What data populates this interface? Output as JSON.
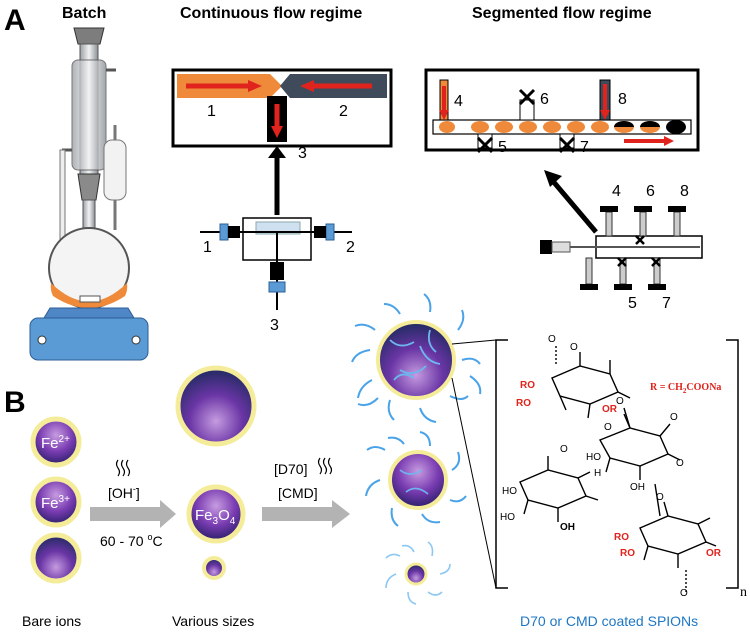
{
  "panel_a": {
    "label": "A",
    "titles": {
      "batch": "Batch",
      "continuous": "Continuous flow regime",
      "segmented": "Segmented flow regime"
    },
    "continuous_ports": {
      "p1": "1",
      "p2": "2",
      "p3": "3"
    },
    "segmented_ports": {
      "p4": "4",
      "p5": "5",
      "p6": "6",
      "p7": "7",
      "p8": "8"
    }
  },
  "panel_b": {
    "label": "B",
    "ions": {
      "fe2": "Fe",
      "fe2_sup": "2+",
      "fe3": "Fe",
      "fe3_sup": "3+"
    },
    "step1": {
      "reagent": "[OH",
      "reagent_sup": "-",
      "reagent_end": "]",
      "temp": "60 - 70 ",
      "temp_sup": "o",
      "temp_unit": "C"
    },
    "product": {
      "fe": "Fe",
      "sub3": "3",
      "o": "O",
      "sub4": "4"
    },
    "step2": {
      "d70": "[D70]",
      "cmd": "[CMD]"
    },
    "captions": {
      "bare": "Bare ions",
      "various": "Various sizes",
      "coated": "D70 or CMD coated SPIONs"
    },
    "structure": {
      "r_def": "R = CH",
      "r_sub": "2",
      "r_end": "COONa",
      "repeat": "n"
    }
  },
  "colors": {
    "orange": "#ef8a3b",
    "blue": "#5b9bd5",
    "dark": "#3f4b5a",
    "red": "#e0231c",
    "green_text": "#1f77c4",
    "arrow_grey": "#b3b3b3"
  }
}
